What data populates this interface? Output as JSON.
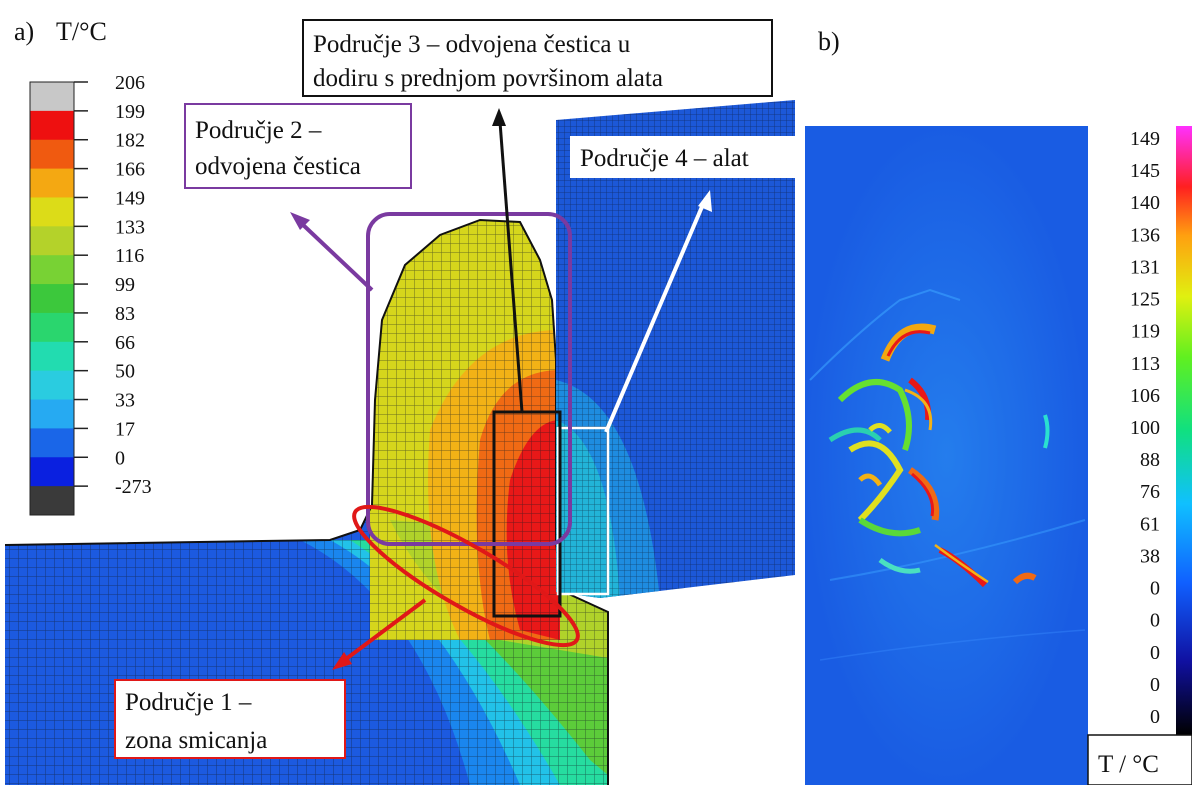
{
  "panel_a": {
    "label": "a)",
    "unit": "T/°C",
    "scale_ticks": [
      "206",
      "199",
      "182",
      "166",
      "149",
      "133",
      "116",
      "99",
      "83",
      "66",
      "50",
      "33",
      "17",
      "0",
      "-273"
    ],
    "scale_colors": [
      "#c8c8c8",
      "#ee1010",
      "#f05a10",
      "#f4a812",
      "#dcdc18",
      "#b4d22a",
      "#78d234",
      "#3cc83c",
      "#2ad66e",
      "#22dcb0",
      "#2acce0",
      "#26aaf2",
      "#1a66e8",
      "#0a20e0",
      "#3a3a3a"
    ],
    "regions": [
      {
        "id": "zone1",
        "text": [
          "Područje 1 –",
          "zona smicanja"
        ],
        "color": "#e01818"
      },
      {
        "id": "zone2",
        "text": [
          "Područje 2 –",
          "odvojena čestica"
        ],
        "color": "#7a3aa0"
      },
      {
        "id": "zone3",
        "text": [
          "Područje 3 – odvojena čestica u",
          "dodiru s prednjom površinom alata"
        ],
        "color": "#111111"
      },
      {
        "id": "zone4",
        "text": [
          "Područje 4 – alat"
        ],
        "color": "#ffffff"
      }
    ]
  },
  "panel_b": {
    "label": "b)",
    "unit": "T / °C",
    "scale_ticks": [
      "149",
      "145",
      "140",
      "136",
      "131",
      "125",
      "119",
      "113",
      "106",
      "100",
      "88",
      "76",
      "61",
      "38",
      "0",
      "0",
      "0",
      "0",
      "0"
    ]
  }
}
